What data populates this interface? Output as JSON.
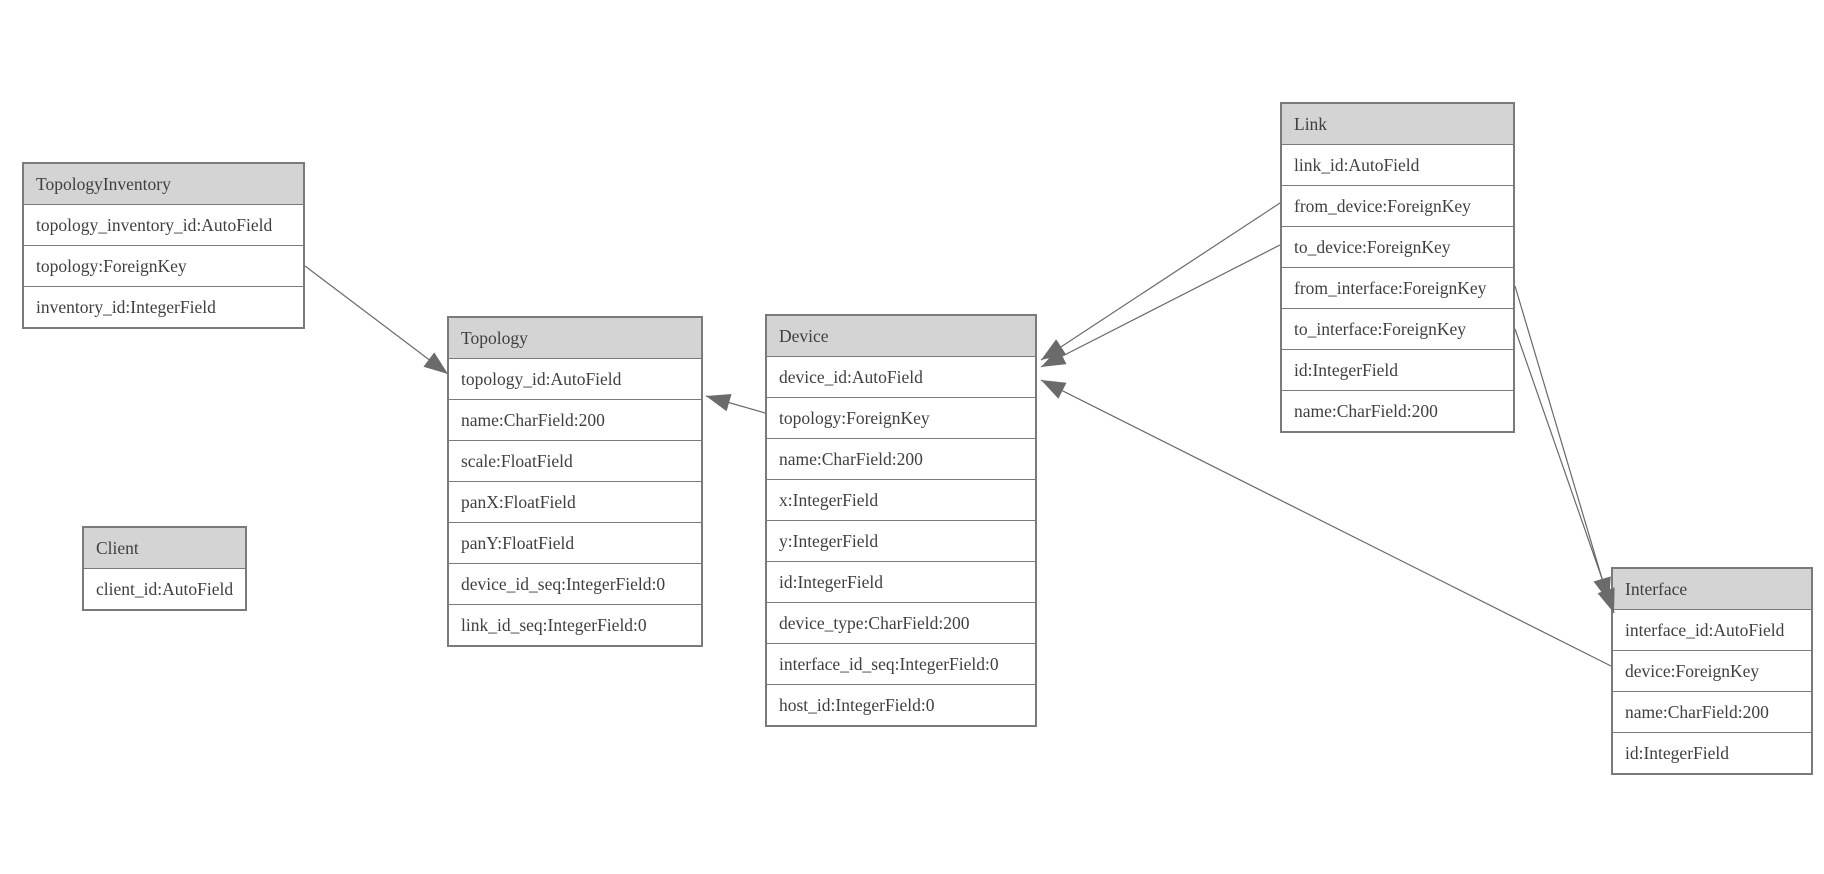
{
  "diagram": {
    "entities": [
      {
        "name": "TopologyInventory",
        "fields": [
          "topology_inventory_id:AutoField",
          "topology:ForeignKey",
          "inventory_id:IntegerField"
        ]
      },
      {
        "name": "Topology",
        "fields": [
          "topology_id:AutoField",
          "name:CharField:200",
          "scale:FloatField",
          "panX:FloatField",
          "panY:FloatField",
          "device_id_seq:IntegerField:0",
          "link_id_seq:IntegerField:0"
        ]
      },
      {
        "name": "Client",
        "fields": [
          "client_id:AutoField"
        ]
      },
      {
        "name": "Device",
        "fields": [
          "device_id:AutoField",
          "topology:ForeignKey",
          "name:CharField:200",
          "x:IntegerField",
          "y:IntegerField",
          "id:IntegerField",
          "device_type:CharField:200",
          "interface_id_seq:IntegerField:0",
          "host_id:IntegerField:0"
        ]
      },
      {
        "name": "Link",
        "fields": [
          "link_id:AutoField",
          "from_device:ForeignKey",
          "to_device:ForeignKey",
          "from_interface:ForeignKey",
          "to_interface:ForeignKey",
          "id:IntegerField",
          "name:CharField:200"
        ]
      },
      {
        "name": "Interface",
        "fields": [
          "interface_id:AutoField",
          "device:ForeignKey",
          "name:CharField:200",
          "id:IntegerField"
        ]
      }
    ],
    "relationships": [
      {
        "from": "TopologyInventory.topology",
        "to": "Topology"
      },
      {
        "from": "Device.topology",
        "to": "Topology"
      },
      {
        "from": "Link.from_device",
        "to": "Device"
      },
      {
        "from": "Link.to_device",
        "to": "Device"
      },
      {
        "from": "Link.from_interface",
        "to": "Interface"
      },
      {
        "from": "Link.to_interface",
        "to": "Interface"
      },
      {
        "from": "Interface.device",
        "to": "Device"
      }
    ],
    "colors": {
      "header_bg": "#d4d4d4",
      "border": "#7a7a7a",
      "text": "#3f3f3f",
      "line": "#696969",
      "arrow": "#6b6b6b"
    }
  }
}
